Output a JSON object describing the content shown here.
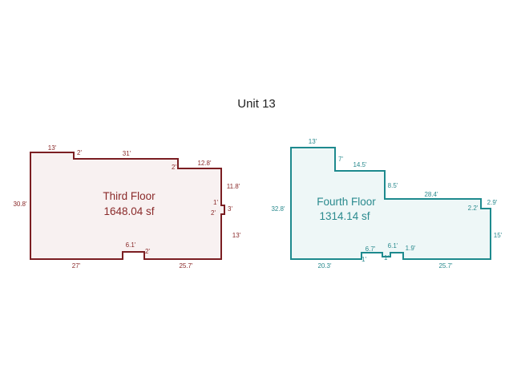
{
  "title": "Unit 13",
  "colors": {
    "third_stroke": "#7b1e22",
    "third_fill": "#f8f1f1",
    "fourth_stroke": "#1e8a8e",
    "fourth_fill": "#eef7f7",
    "third_text": "#8a2a2a",
    "fourth_text": "#2a8a8e"
  },
  "third_floor": {
    "name": "Third Floor",
    "area": "1648.04 sf",
    "dimensions": [
      "13'",
      "2'",
      "31'",
      "2'",
      "12.8'",
      "11.8'",
      "1'",
      "2'",
      "3'",
      "13'",
      "25.7'",
      "2'",
      "6.1'",
      "27'",
      "30.8'"
    ]
  },
  "fourth_floor": {
    "name": "Fourth Floor",
    "area": "1314.14 sf",
    "dimensions": [
      "13'",
      "7'",
      "14.5'",
      "8.5'",
      "28.4'",
      "2.9'",
      "2.2'",
      "15'",
      "25.7'",
      "1.9'",
      "6.1'",
      "1'",
      "6.7'",
      "1'",
      "20.3'",
      "32.8'"
    ]
  }
}
